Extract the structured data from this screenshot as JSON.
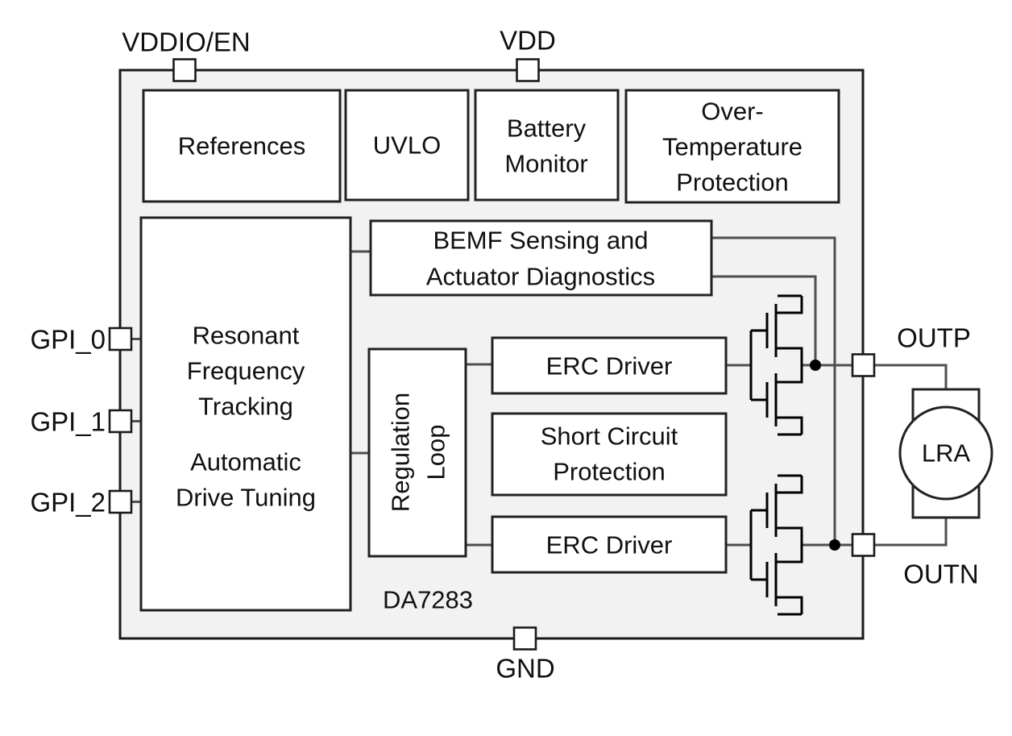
{
  "diagram": {
    "chip_name": "DA7283",
    "pins": {
      "vddio_en": "VDDIO/EN",
      "vdd": "VDD",
      "gnd": "GND",
      "gpi_0": "GPI_0",
      "gpi_1": "GPI_1",
      "gpi_2": "GPI_2",
      "outp": "OUTP",
      "outn": "OUTN"
    },
    "blocks": {
      "references": {
        "label": "References"
      },
      "uvlo": {
        "label": "UVLO"
      },
      "battery_monitor": {
        "lines": [
          "Battery",
          "Monitor"
        ]
      },
      "over_temperature": {
        "lines": [
          "Over-",
          "Temperature",
          "Protection"
        ]
      },
      "bemf": {
        "lines": [
          "BEMF Sensing and",
          "Actuator Diagnostics"
        ]
      },
      "resonant_tracking": {
        "lines_top": [
          "Resonant",
          "Frequency",
          "Tracking"
        ],
        "lines_bottom": [
          "Automatic",
          "Drive Tuning"
        ]
      },
      "regulation_loop": {
        "lines": [
          "Regulation",
          "Loop"
        ]
      },
      "erc_driver_top": {
        "label": "ERC Driver"
      },
      "short_circuit": {
        "lines": [
          "Short Circuit",
          "Protection"
        ]
      },
      "erc_driver_bottom": {
        "label": "ERC Driver"
      }
    },
    "external": {
      "lra": "LRA"
    }
  }
}
